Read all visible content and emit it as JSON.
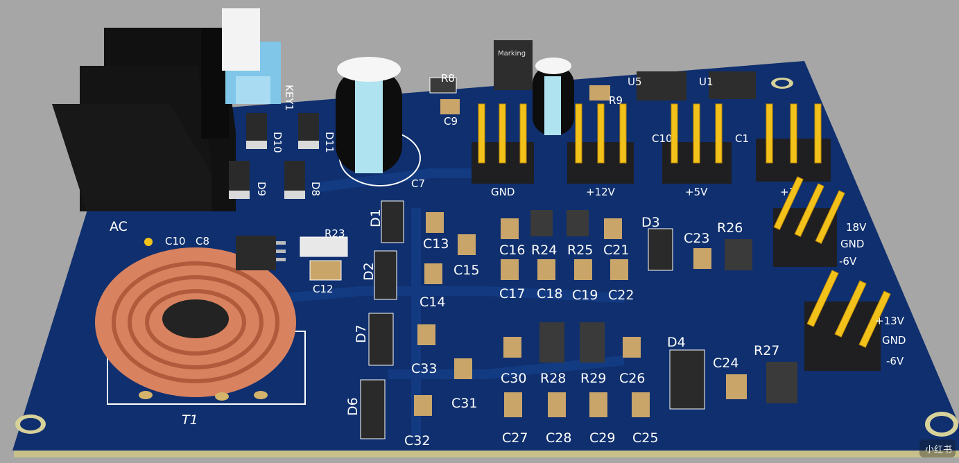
{
  "board": {
    "colors": {
      "pcb": "#0f2f6e",
      "pcb_edge": "#c7c08a",
      "background": "#a6a6a6",
      "silk": "#ffffff",
      "copper": "#d9825f",
      "pin": "#f2c21b"
    },
    "labels": {
      "ac": "AC",
      "key1": "KEY1",
      "t1": "T1",
      "c7": "C7",
      "r8": "R8",
      "c9": "C9",
      "r9": "R9",
      "d10": "D10",
      "d11": "D11",
      "d9": "D9",
      "d8": "D8",
      "c10": "C10",
      "c8": "C8",
      "r23": "R23",
      "c12": "C12",
      "d1": "D1",
      "d2": "D2",
      "d7": "D7",
      "d6": "D6",
      "d3": "D3",
      "d4": "D4",
      "c13": "C13",
      "c15": "C15",
      "c14": "C14",
      "c16": "C16",
      "r24": "R24",
      "r25": "R25",
      "c21": "C21",
      "c17": "C17",
      "c18": "C18",
      "c19": "C19",
      "c22": "C22",
      "c23": "C23",
      "r26": "R26",
      "c33": "C33",
      "c31": "C31",
      "c32": "C32",
      "c30": "C30",
      "r28": "R28",
      "r29": "R29",
      "c26": "C26",
      "c27": "C27",
      "c28": "C28",
      "c29": "C29",
      "c25": "C25",
      "c24": "C24",
      "r27": "R27",
      "u5": "U5",
      "u1": "U1",
      "c1": "C1",
      "c10b": "C10",
      "marking": "Marking"
    },
    "headers": {
      "gnd": "GND",
      "p12v": "+12V",
      "p5v": "+5V",
      "p33v": "+3",
      "v18": "18V",
      "gnd2": "GND",
      "m6v": "-6V",
      "v13": "+13V",
      "gnd3": "GND",
      "m6v2": "-6V"
    },
    "watermark": "小红书"
  }
}
